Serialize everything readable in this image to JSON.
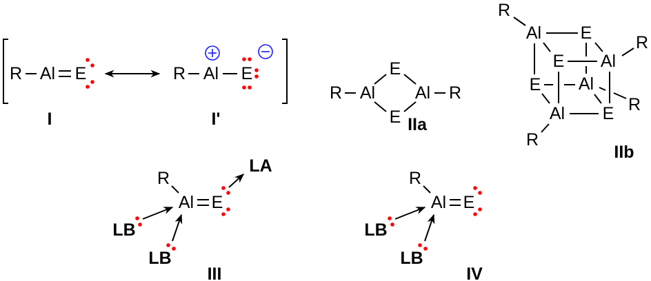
{
  "atoms": {
    "R": "R",
    "Al": "Al",
    "E": "E"
  },
  "labels": {
    "I": "I",
    "I_prime": "I'",
    "IIa": "IIa",
    "IIb": "IIb",
    "III": "III",
    "IV": "IV",
    "LA": "LA",
    "LB": "LB"
  },
  "colors": {
    "lone_pair": "#ff0000",
    "charge": "#1a1aff",
    "bond": "#000000"
  },
  "charges": {
    "plus": "+",
    "minus": "−"
  }
}
